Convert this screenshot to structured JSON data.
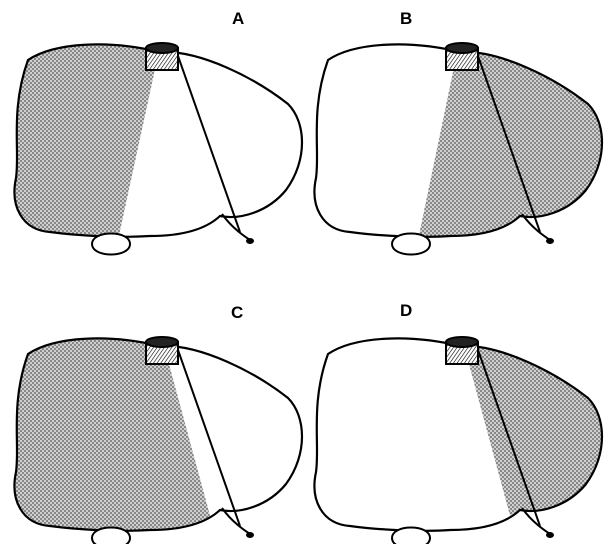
{
  "panels": [
    {
      "label": "A",
      "shaded_region": "left"
    },
    {
      "label": "B",
      "shaded_region": "right"
    },
    {
      "label": "C",
      "shaded_region": "extended-left"
    },
    {
      "label": "D",
      "shaded_region": "right-lateral"
    }
  ],
  "colors": {
    "outline": "#000000",
    "shading": "#8a8a8a",
    "background": "#ffffff"
  }
}
